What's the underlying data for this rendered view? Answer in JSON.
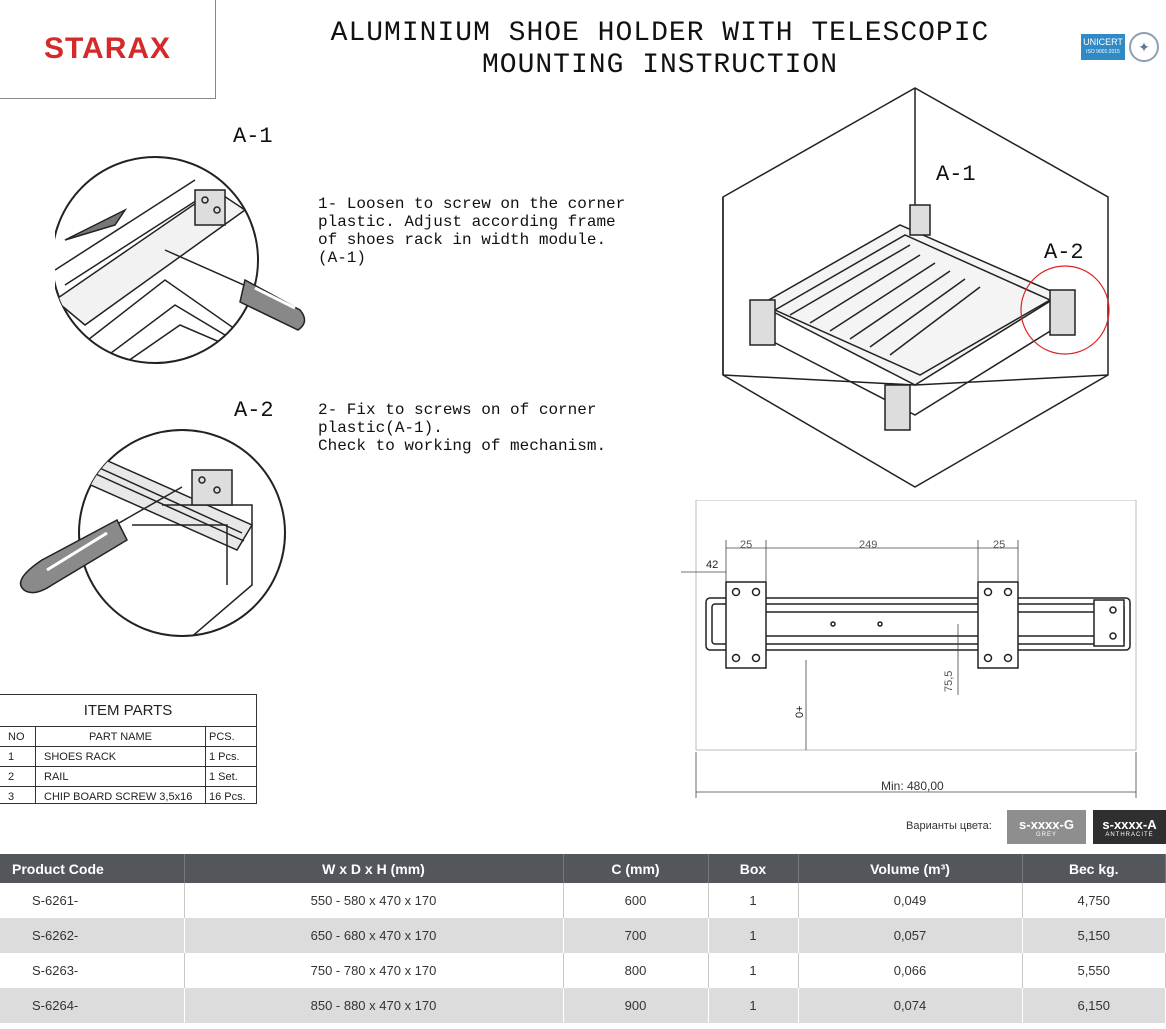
{
  "brand": {
    "logo_text": "STARAX",
    "accent": "#d42a2a"
  },
  "title": {
    "line1": "ALUMINIUM SHOE HOLDER WITH TELESCOPIC",
    "line2": "MOUNTING INSTRUCTION"
  },
  "certification": {
    "badge": "UNICERT",
    "sub": "ISO 9001:2015"
  },
  "steps": [
    {
      "label": "A-1",
      "text": "1- Loosen to screw on the corner\nplastic. Adjust according frame\nof shoes rack in width module.\n(A-1)"
    },
    {
      "label": "A-2",
      "text": "2- Fix to screws on of corner\nplastic(A-1).\nCheck to working of mechanism."
    }
  ],
  "overview": {
    "label_a1": "A-1",
    "label_a2": "A-2"
  },
  "drawing": {
    "dim_25_left": "25",
    "dim_249": "249",
    "dim_25_right": "25",
    "dim_42": "42",
    "dim_75_5": "75,5",
    "dim_zero": "0+",
    "min_width": "Min: 480,00"
  },
  "item_parts": {
    "title": "ITEM PARTS",
    "headers": [
      "NO",
      "PART NAME",
      "PCS."
    ],
    "rows": [
      [
        "1",
        "SHOES RACK",
        "1 Pcs."
      ],
      [
        "2",
        "RAIL",
        "1 Set."
      ],
      [
        "3",
        "CHIP BOARD SCREW 3,5x16",
        "16 Pcs."
      ]
    ]
  },
  "color_variants": {
    "label": "Варианты цвета:",
    "options": [
      {
        "code": "s-xxxx-G",
        "name": "GREY",
        "color": "#8e8e8e"
      },
      {
        "code": "s-xxxx-A",
        "name": "ANTHRACITE",
        "color": "#2f2f2f"
      }
    ]
  },
  "spec_table": {
    "headers": [
      "Product Code",
      "W x D x H (mm)",
      "C (mm)",
      "Box",
      "Volume (m³)",
      "Вес kg."
    ],
    "rows": [
      [
        "S-6261-",
        "550 - 580 x 470 x 170",
        "600",
        "1",
        "0,049",
        "4,750"
      ],
      [
        "S-6262-",
        "650 - 680 x 470 x 170",
        "700",
        "1",
        "0,057",
        "5,150"
      ],
      [
        "S-6263-",
        "750 - 780 x 470 x 170",
        "800",
        "1",
        "0,066",
        "5,550"
      ],
      [
        "S-6264-",
        "850 - 880 x 470 x 170",
        "900",
        "1",
        "0,074",
        "6,150"
      ]
    ]
  }
}
